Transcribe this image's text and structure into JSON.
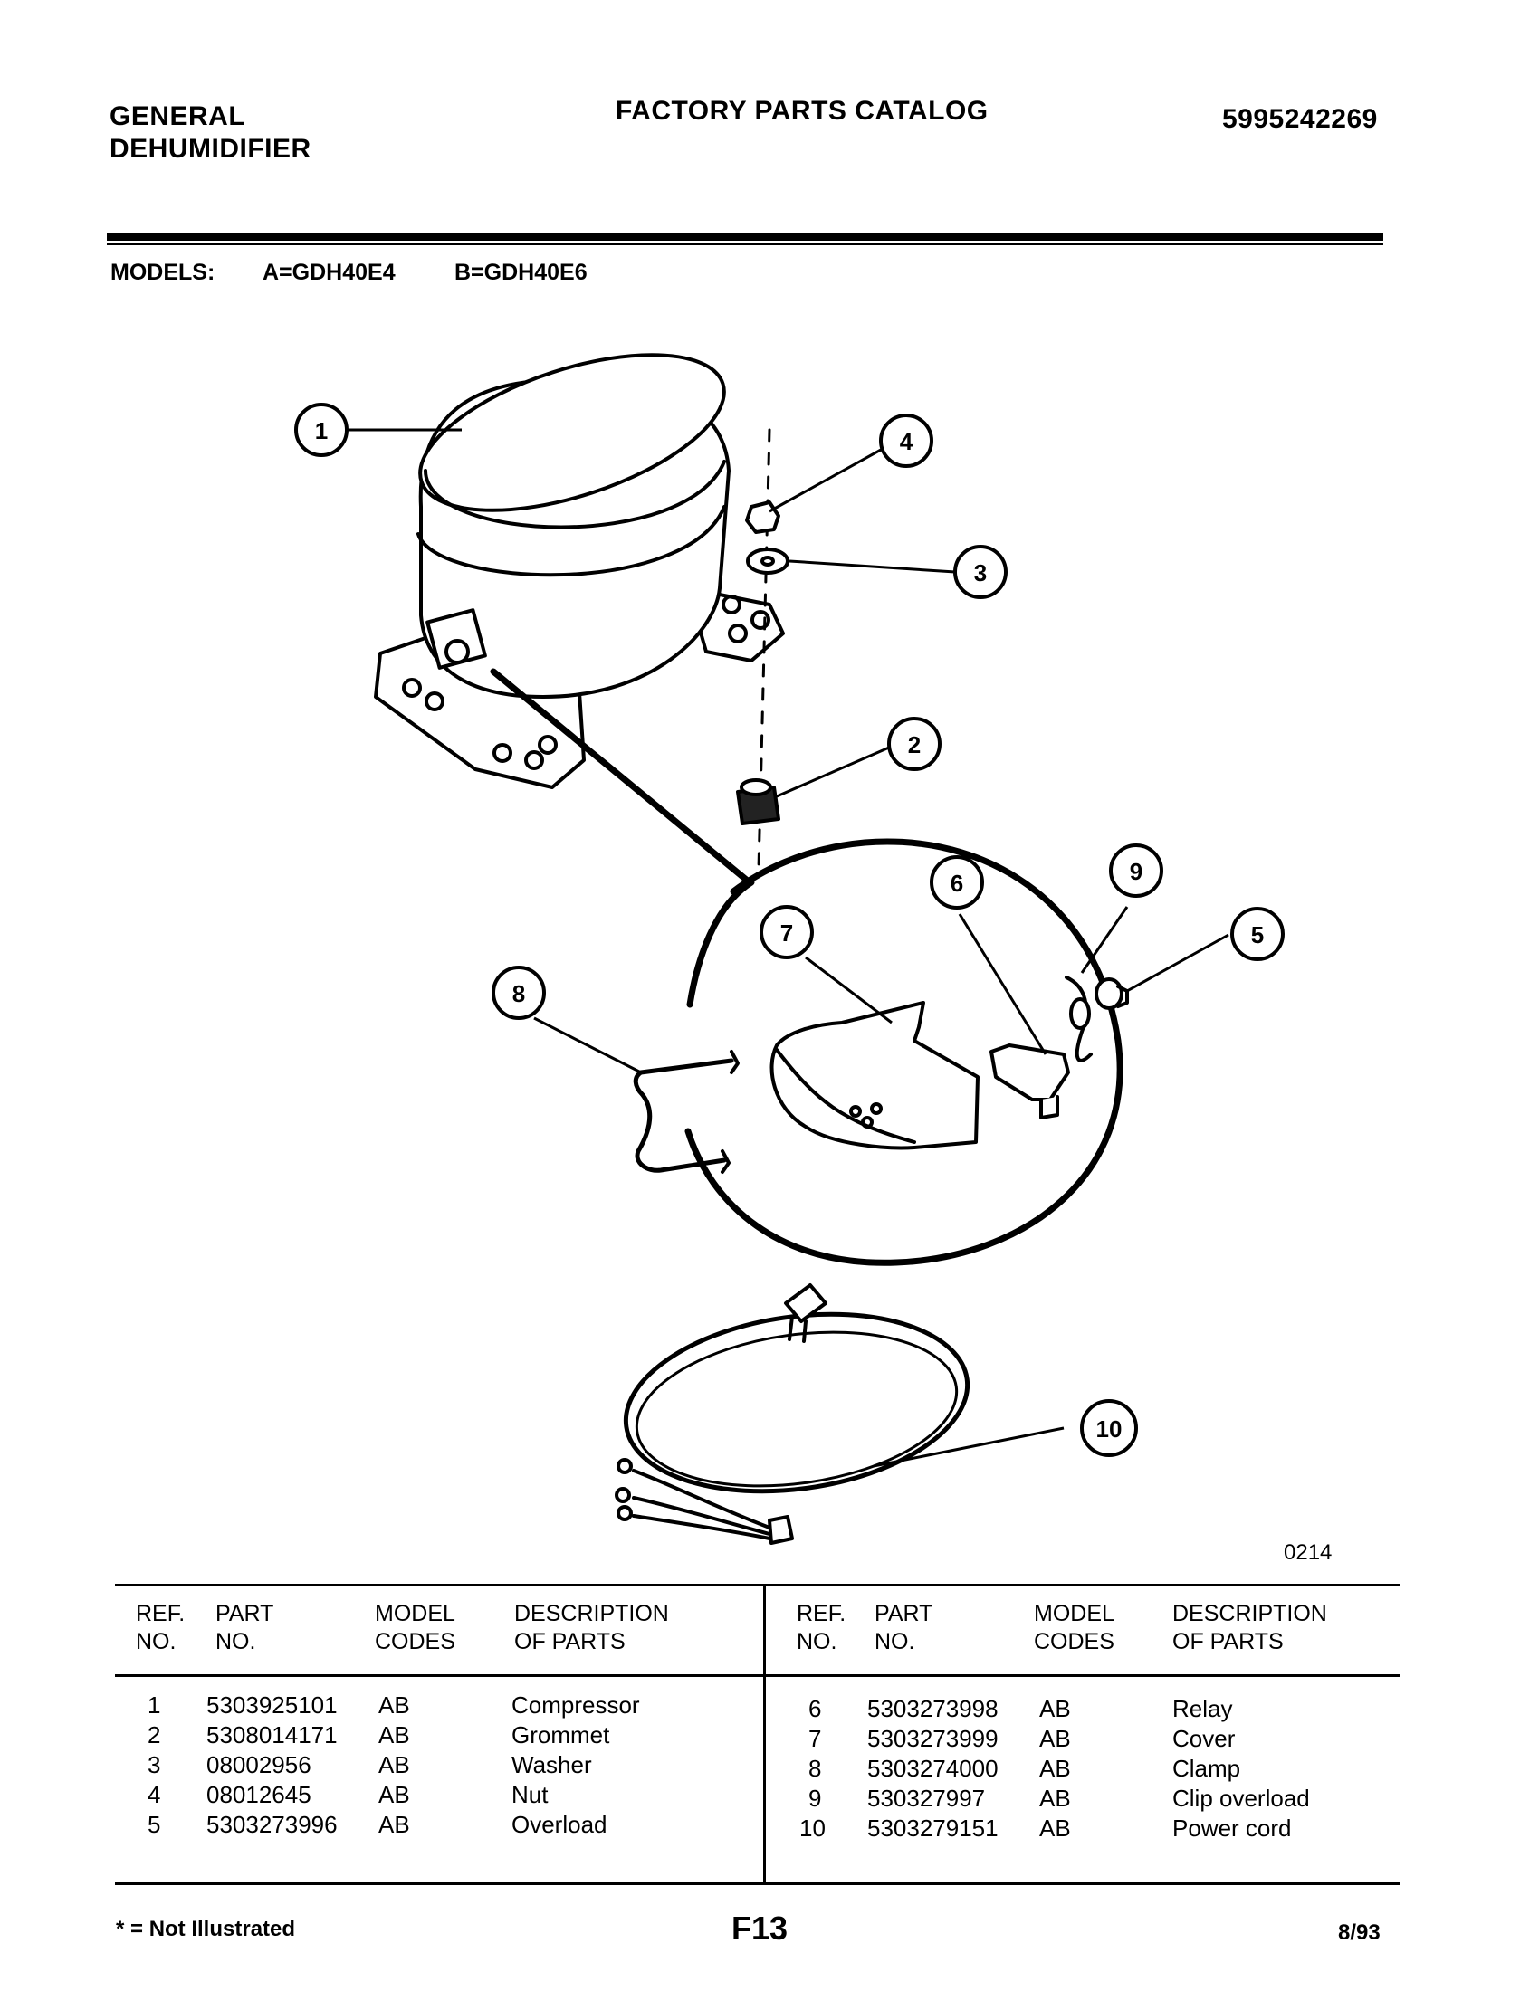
{
  "header": {
    "title_left_1": "GENERAL",
    "title_left_2": "DEHUMIDIFIER",
    "title_center": "FACTORY PARTS CATALOG",
    "catalog_number": "5995242269"
  },
  "models": {
    "label": "MODELS:",
    "model_a": "A=GDH40E4",
    "model_b": "B=GDH40E6"
  },
  "diagram": {
    "drawing_code": "0214",
    "callouts": [
      "1",
      "2",
      "3",
      "4",
      "5",
      "6",
      "7",
      "8",
      "9",
      "10"
    ]
  },
  "table": {
    "headers": {
      "ref_no": "REF.\nNO.",
      "part_no": "PART\nNO.",
      "model_codes": "MODEL\nCODES",
      "description": "DESCRIPTION\nOF PARTS"
    },
    "left_rows": [
      {
        "ref": "1",
        "part": "5303925101",
        "codes": "AB",
        "desc": "Compressor"
      },
      {
        "ref": "2",
        "part": "5308014171",
        "codes": "AB",
        "desc": "Grommet"
      },
      {
        "ref": "3",
        "part": "08002956",
        "codes": "AB",
        "desc": "Washer"
      },
      {
        "ref": "4",
        "part": "08012645",
        "codes": "AB",
        "desc": "Nut"
      },
      {
        "ref": "5",
        "part": "5303273996",
        "codes": "AB",
        "desc": "Overload"
      }
    ],
    "right_rows": [
      {
        "ref": "6",
        "part": "5303273998",
        "codes": "AB",
        "desc": "Relay"
      },
      {
        "ref": "7",
        "part": "5303273999",
        "codes": "AB",
        "desc": "Cover"
      },
      {
        "ref": "8",
        "part": "5303274000",
        "codes": "AB",
        "desc": "Clamp"
      },
      {
        "ref": "9",
        "part": "530327997",
        "codes": "AB",
        "desc": "Clip overload"
      },
      {
        "ref": "10",
        "part": "5303279151",
        "codes": "AB",
        "desc": "Power cord"
      }
    ]
  },
  "footer": {
    "note": "* = Not Illustrated",
    "page": "F13",
    "date": "8/93"
  }
}
